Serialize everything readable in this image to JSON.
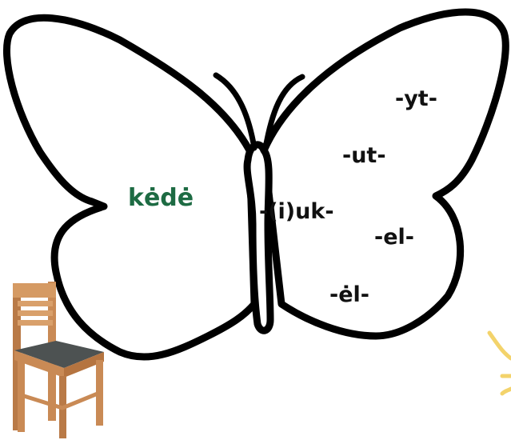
{
  "root_word": "kėdė",
  "suffixes": [
    "-yt-",
    "-ut-",
    "-(i)uk-",
    "-el-",
    "-ėl-"
  ],
  "colors": {
    "root_word": "#1d6b43",
    "suffix_text": "#111111",
    "outline": "#000000",
    "fill": "#ffffff",
    "chair_wood": "#c98a55",
    "chair_seat": "#505555",
    "sun_ray": "#f3d36b"
  },
  "icons": {
    "butterfly": "butterfly-outline-icon",
    "chair": "chair-icon",
    "sun_ray": "sun-ray-icon"
  }
}
